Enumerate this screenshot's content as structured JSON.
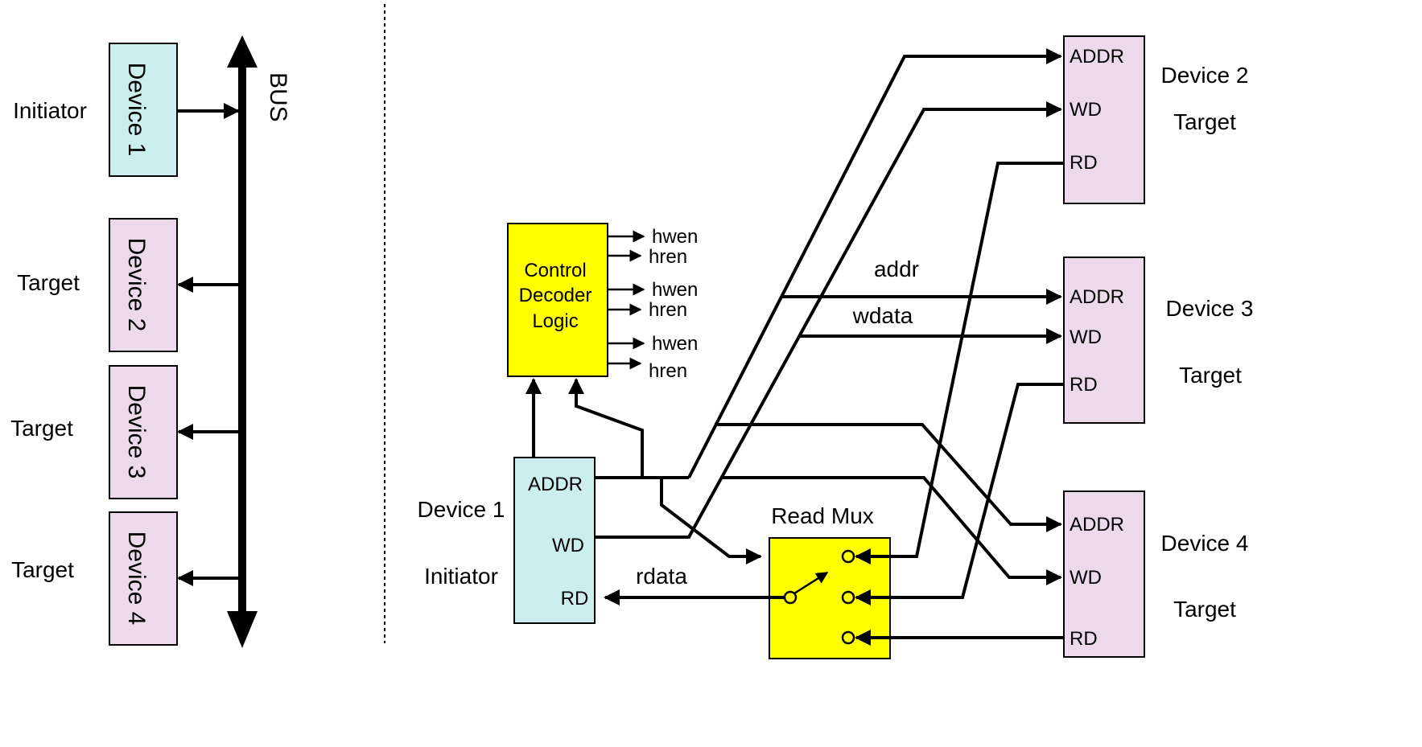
{
  "colors": {
    "initiator_fill": "#cdeeee",
    "target_fill": "#ecd9ec",
    "logic_fill": "#ffff00",
    "line": "#000000"
  },
  "left": {
    "bus_label": "BUS",
    "devices": [
      {
        "name": "Device 1",
        "role": "Initiator"
      },
      {
        "name": "Device 2",
        "role": "Target"
      },
      {
        "name": "Device 3",
        "role": "Target"
      },
      {
        "name": "Device 4",
        "role": "Target"
      }
    ]
  },
  "right": {
    "initiator": {
      "name": "Device 1",
      "role": "Initiator",
      "ports": [
        "ADDR",
        "WD",
        "RD"
      ]
    },
    "targets": [
      {
        "name": "Device 2",
        "role": "Target",
        "ports": [
          "ADDR",
          "WD",
          "RD"
        ]
      },
      {
        "name": "Device 3",
        "role": "Target",
        "ports": [
          "ADDR",
          "WD",
          "RD"
        ]
      },
      {
        "name": "Device 4",
        "role": "Target",
        "ports": [
          "ADDR",
          "WD",
          "RD"
        ]
      }
    ],
    "decoder": {
      "lines": [
        "Control",
        "Decoder",
        "Logic"
      ],
      "outputs": [
        "hwen",
        "hren",
        "hwen",
        "hren",
        "hwen",
        "hren"
      ]
    },
    "read_mux": {
      "label": "Read Mux"
    },
    "signals": {
      "addr": "addr",
      "wdata": "wdata",
      "rdata": "rdata"
    }
  }
}
